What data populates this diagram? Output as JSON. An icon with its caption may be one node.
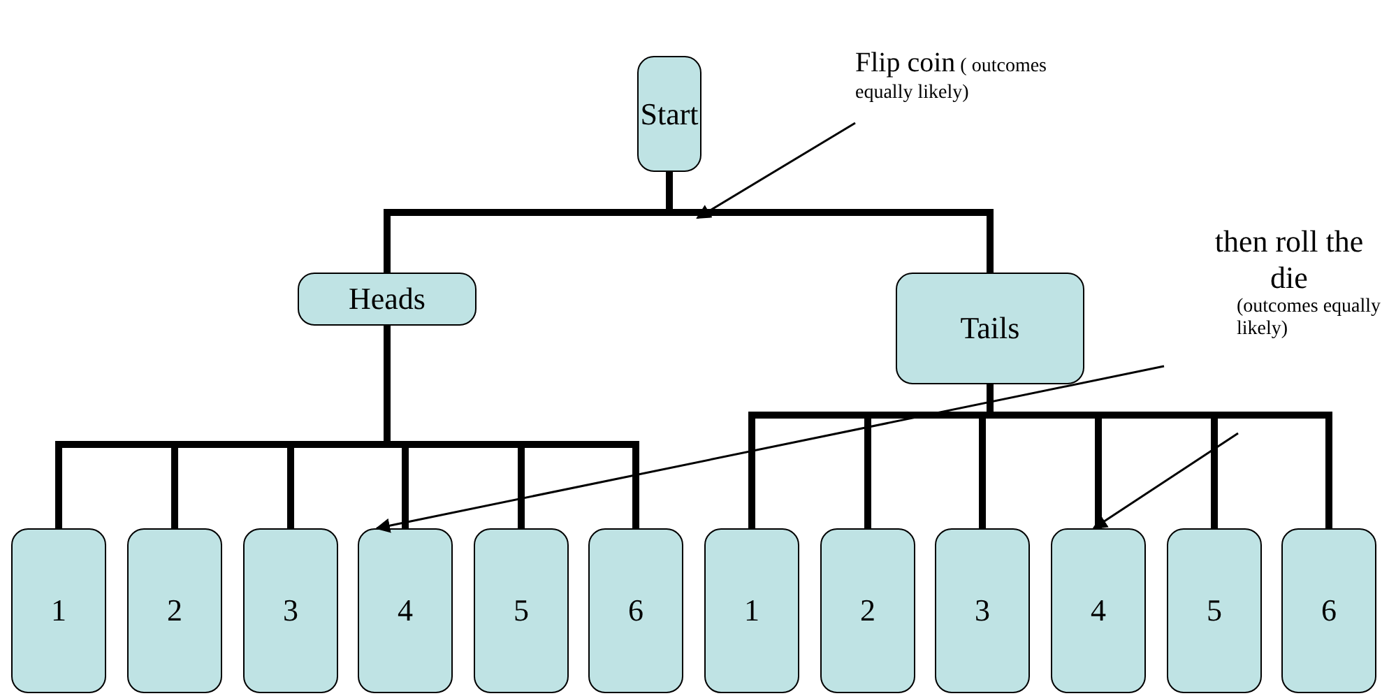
{
  "diagram": {
    "nodes": [
      {
        "text": [
          "Start"
        ]
      },
      {
        "text": [
          "Heads"
        ]
      },
      {
        "text": [
          "Tails"
        ]
      },
      {
        "text": [
          "1"
        ]
      },
      {
        "text": [
          "2"
        ]
      },
      {
        "text": [
          "3"
        ]
      },
      {
        "text": [
          "4"
        ]
      },
      {
        "text": [
          "5"
        ]
      },
      {
        "text": [
          "6"
        ]
      },
      {
        "text": [
          "1"
        ]
      },
      {
        "text": [
          "2"
        ]
      },
      {
        "text": [
          "3"
        ]
      },
      {
        "text": [
          "4"
        ]
      },
      {
        "text": [
          "5"
        ]
      },
      {
        "text": [
          "6"
        ]
      },
      {
        "text": [
          "Flip coin",
          "( outcomes equally likely)"
        ]
      },
      {
        "text": [
          "then roll the die",
          "(outcomes equally likely)"
        ]
      }
    ],
    "edges": [
      {
        "from": 0,
        "to": 1,
        "arrow": "none"
      },
      {
        "from": 0,
        "to": 2,
        "arrow": "none"
      },
      {
        "from": 1,
        "to": 3,
        "arrow": "none"
      },
      {
        "from": 1,
        "to": 4,
        "arrow": "none"
      },
      {
        "from": 1,
        "to": 5,
        "arrow": "none"
      },
      {
        "from": 1,
        "to": 6,
        "arrow": "none"
      },
      {
        "from": 1,
        "to": 7,
        "arrow": "none"
      },
      {
        "from": 1,
        "to": 8,
        "arrow": "none"
      },
      {
        "from": 2,
        "to": 9,
        "arrow": "none"
      },
      {
        "from": 2,
        "to": 10,
        "arrow": "none"
      },
      {
        "from": 2,
        "to": 11,
        "arrow": "none"
      },
      {
        "from": 2,
        "to": 12,
        "arrow": "none"
      },
      {
        "from": 2,
        "to": 13,
        "arrow": "none"
      },
      {
        "from": 2,
        "to": 14,
        "arrow": "none"
      },
      {
        "from": 15,
        "to": null,
        "arrow": "to"
      },
      {
        "from": 16,
        "to": 6,
        "arrow": "to"
      },
      {
        "from": 16,
        "to": 12,
        "arrow": "to"
      }
    ]
  }
}
